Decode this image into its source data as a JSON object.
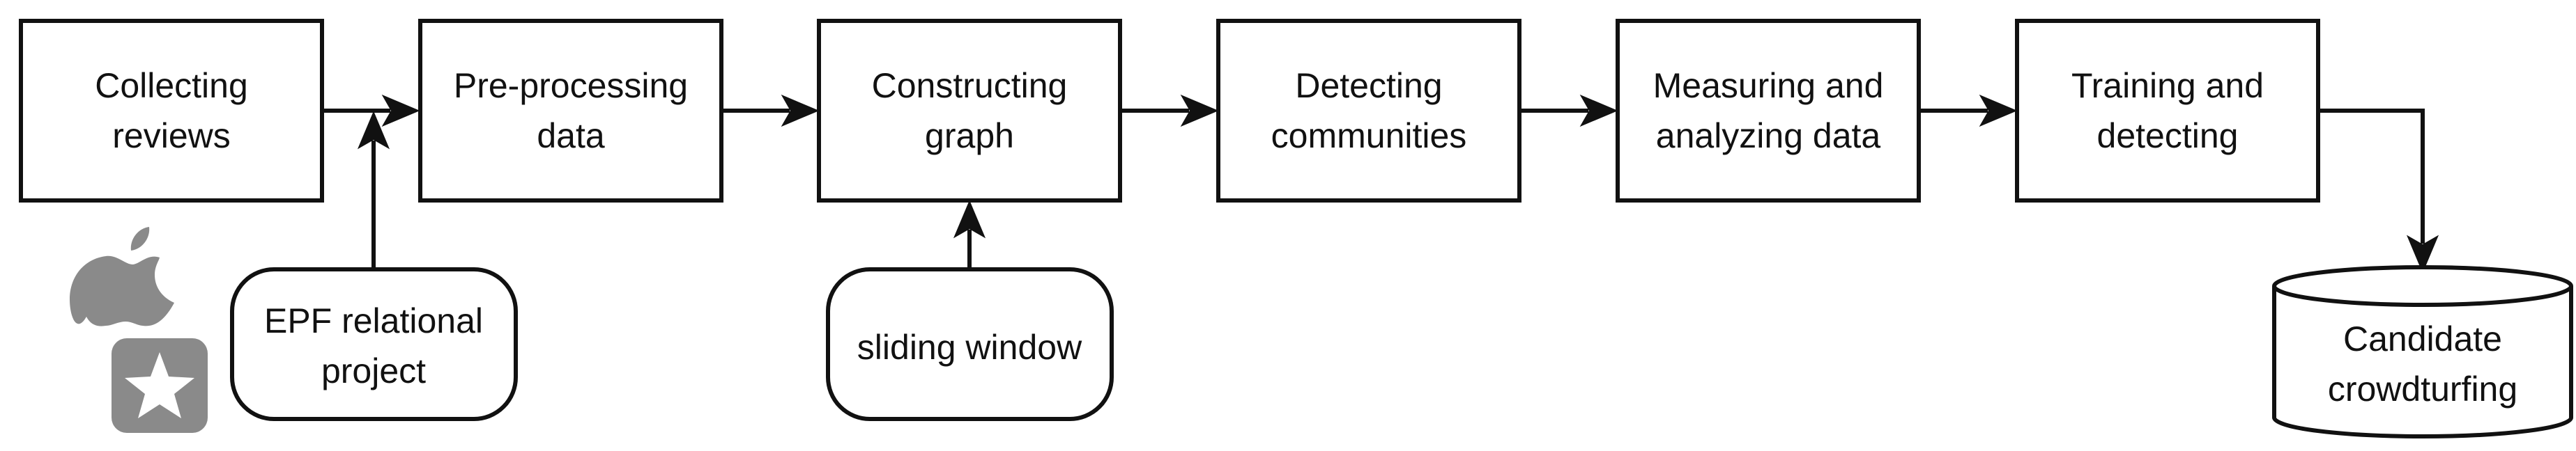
{
  "diagram": {
    "steps": [
      {
        "line1": "Collecting",
        "line2": "reviews"
      },
      {
        "line1": "Pre-processing",
        "line2": "data"
      },
      {
        "line1": "Constructing",
        "line2": "graph"
      },
      {
        "line1": "Detecting",
        "line2": "communities"
      },
      {
        "line1": "Measuring and",
        "line2": "analyzing data"
      },
      {
        "line1": "Training and",
        "line2": "detecting"
      }
    ],
    "inputs": {
      "epf": {
        "line1": "EPF relational",
        "line2": "project"
      },
      "sliding_window": {
        "label": "sliding window"
      }
    },
    "output": {
      "line1": "Candidate",
      "line2": "crowdturfing"
    },
    "icons": {
      "apple": "apple-icon",
      "app_store": "star-icon"
    },
    "colors": {
      "stroke": "#111111",
      "icon_gray": "#8a8a8a"
    }
  }
}
